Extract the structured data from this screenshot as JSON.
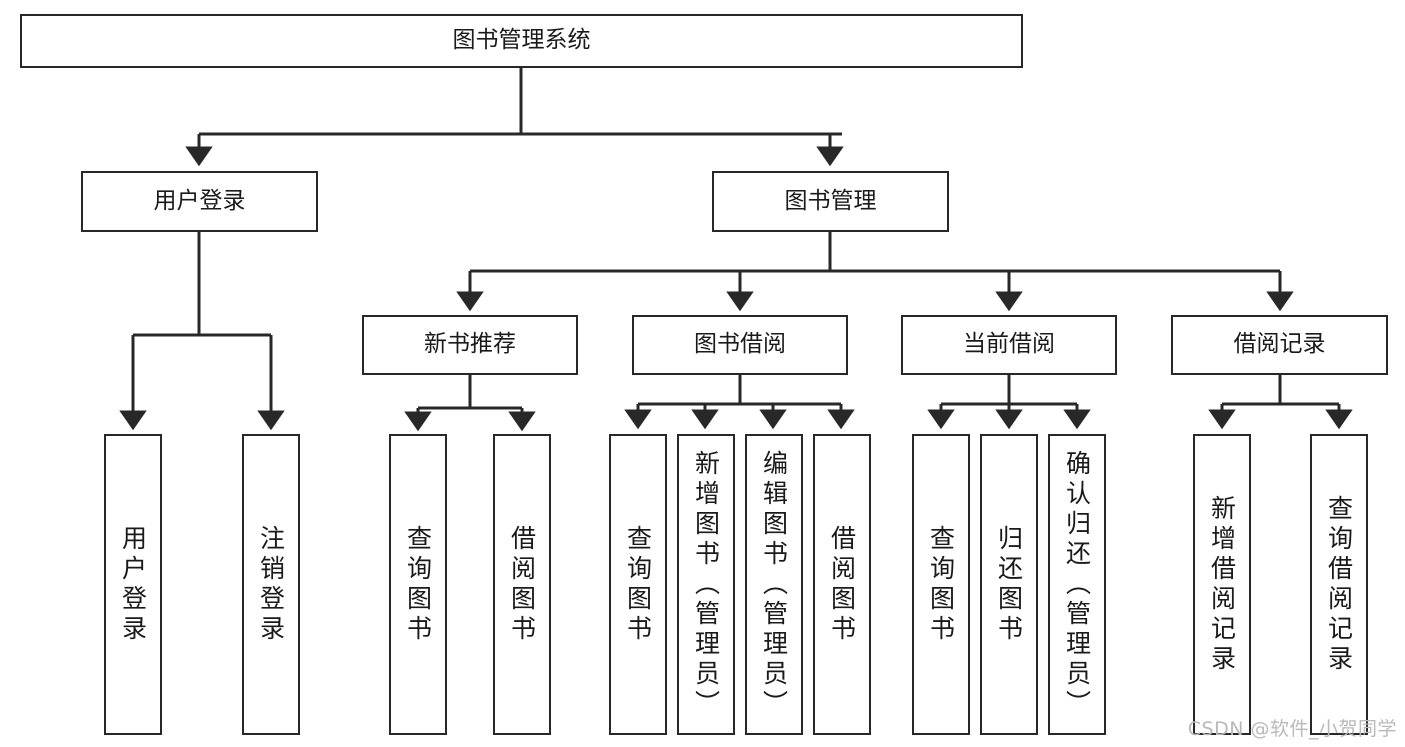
{
  "diagram": {
    "type": "tree-hierarchy",
    "title": "图书管理系统",
    "root": {
      "id": "root",
      "label": "图书管理系统"
    },
    "level2": [
      {
        "id": "user-login",
        "label": "用户登录"
      },
      {
        "id": "book-management",
        "label": "图书管理"
      }
    ],
    "level3": [
      {
        "id": "new-book-recommend",
        "label": "新书推荐",
        "parent": "book-management"
      },
      {
        "id": "book-borrow",
        "label": "图书借阅",
        "parent": "book-management"
      },
      {
        "id": "current-borrow",
        "label": "当前借阅",
        "parent": "book-management"
      },
      {
        "id": "borrow-record",
        "label": "借阅记录",
        "parent": "book-management"
      }
    ],
    "leaves": [
      {
        "id": "leaf-user-login",
        "label": "用户登录",
        "parent": "user-login"
      },
      {
        "id": "leaf-logout-login",
        "label": "注销登录",
        "parent": "user-login"
      },
      {
        "id": "leaf-query-book-1",
        "label": "查询图书",
        "parent": "new-book-recommend"
      },
      {
        "id": "leaf-borrow-book-1",
        "label": "借阅图书",
        "parent": "new-book-recommend"
      },
      {
        "id": "leaf-query-book-2",
        "label": "查询图书",
        "parent": "book-borrow"
      },
      {
        "id": "leaf-add-book",
        "label": "新增图书（管理员）",
        "parent": "book-borrow"
      },
      {
        "id": "leaf-edit-book",
        "label": "编辑图书（管理员）",
        "parent": "book-borrow"
      },
      {
        "id": "leaf-borrow-book-2",
        "label": "借阅图书",
        "parent": "book-borrow"
      },
      {
        "id": "leaf-query-book-3",
        "label": "查询图书",
        "parent": "current-borrow"
      },
      {
        "id": "leaf-return-book",
        "label": "归还图书",
        "parent": "current-borrow"
      },
      {
        "id": "leaf-confirm-return",
        "label": "确认归还（管理员）",
        "parent": "current-borrow"
      },
      {
        "id": "leaf-add-record",
        "label": "新增借阅记录",
        "parent": "borrow-record"
      },
      {
        "id": "leaf-query-record",
        "label": "查询借阅记录",
        "parent": "borrow-record"
      }
    ],
    "colors": {
      "stroke": "#282828",
      "box_fill": "#ffffff",
      "text": "#1a1a1a",
      "watermark": "#b9b9b9"
    }
  },
  "watermark": {
    "text": "CSDN @软件_小贺同学"
  }
}
